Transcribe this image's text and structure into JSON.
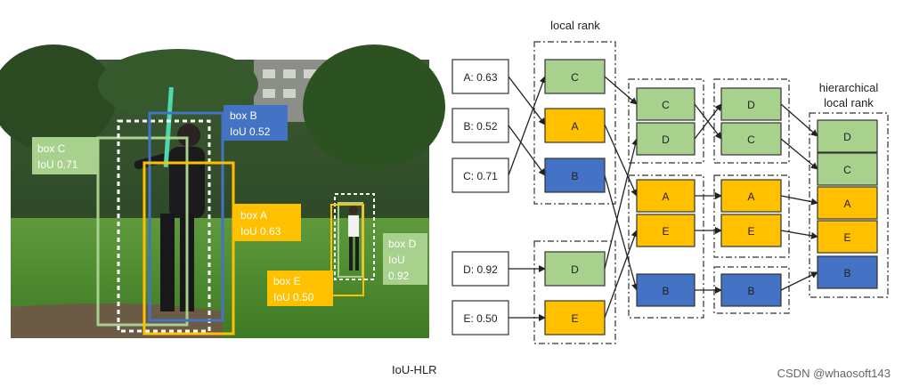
{
  "photo": {
    "boxes": [
      {
        "id": "C",
        "name": "box C",
        "iou_text": "IoU 0.71",
        "color": "#a9d18e"
      },
      {
        "id": "B",
        "name": "box B",
        "iou_text": "IoU 0.52",
        "color": "#4472c4"
      },
      {
        "id": "A",
        "name": "box A",
        "iou_text": "IoU 0.63",
        "color": "#ffc000"
      },
      {
        "id": "E",
        "name": "box E",
        "iou_text": "IoU 0.50",
        "color": "#ffc000"
      },
      {
        "id": "D",
        "name": "box D",
        "iou_line1": "IoU",
        "iou_line2": "0.92",
        "color": "#a9d18e"
      }
    ]
  },
  "diagram": {
    "headers": {
      "local_rank": "local rank",
      "hier_line1": "hierarchical",
      "hier_line2": "local rank"
    },
    "inputs": [
      "A: 0.63",
      "B: 0.52",
      "C: 0.71",
      "D: 0.92",
      "E: 0.50"
    ],
    "local_rank_top": [
      "C",
      "A",
      "B"
    ],
    "local_rank_bottom": [
      "D",
      "E"
    ],
    "stage2": [
      "C",
      "D",
      "A",
      "E",
      "B"
    ],
    "stage3": [
      "D",
      "C",
      "A",
      "E",
      "B"
    ],
    "final": [
      "D",
      "C",
      "A",
      "E",
      "B"
    ],
    "colors": {
      "green": "#a9d18e",
      "orange": "#ffc000",
      "blue": "#4472c4"
    }
  },
  "caption": "IoU-HLR",
  "watermark": "CSDN @whaosoft143"
}
